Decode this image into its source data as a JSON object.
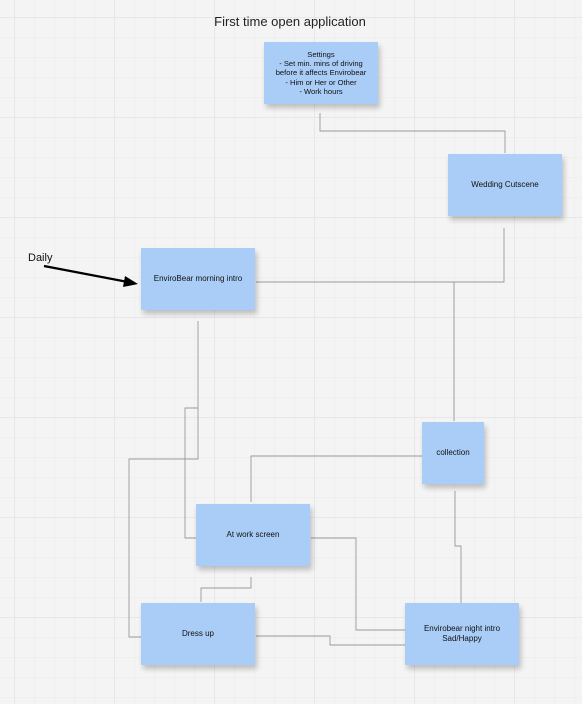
{
  "diagram": {
    "title": "First time open application",
    "side_label": "Daily",
    "notes": {
      "settings": {
        "lines": [
          "Settings",
          "- Set min. mins of driving",
          "before it affects Envirobear",
          "- Him or Her or Other",
          "- Work hours"
        ]
      },
      "wedding": {
        "label": "Wedding Cutscene"
      },
      "morning": {
        "label": "EnviroBear morning intro"
      },
      "collection": {
        "label": "collection"
      },
      "work": {
        "label": "At work screen"
      },
      "dress": {
        "label": "Dress up"
      },
      "night": {
        "lines": [
          "Envirobear night intro",
          "Sad/Happy"
        ]
      }
    },
    "colors": {
      "note_fill": "#a9cdf6",
      "connector": "#9a9a9a",
      "arrow": "#000000",
      "background": "#f4f4f4"
    }
  }
}
